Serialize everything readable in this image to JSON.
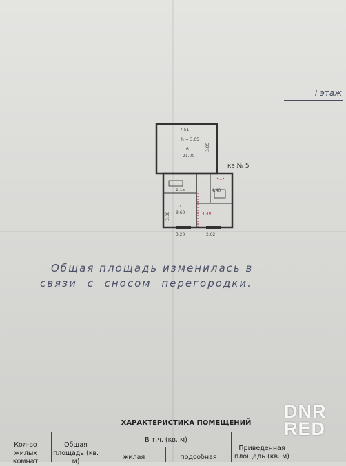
{
  "floor_label": "I этаж",
  "plan": {
    "dim_top": "7.51",
    "room_6_height": "h = 3.05",
    "room_6_number": "6",
    "room_6_area": "21.00",
    "room_6_side": "3.05",
    "apartment_label": "кв № 5",
    "room_4_area": "9.60",
    "room_4_number": "4",
    "room_4_side": "3.00",
    "room_2_area": "4.40",
    "bottom_dim_left": "3.20",
    "bottom_dim_right": "2.62",
    "small_area_1": "4.40",
    "small_area_2": "1.15"
  },
  "note": {
    "line1": "Общая площадь изменилась в",
    "line2": "связи с сносом перегородки."
  },
  "table": {
    "title": "ХАРАКТЕРИСТИКА ПОМЕЩЕНИЙ",
    "col1": "Кол-во жилых комнат",
    "col2": "Общая площадь (кв. м)",
    "col3": "В т.ч. (кв. м)",
    "col3_sub1": "жилая",
    "col3_sub2": "подсобная",
    "col4": "Приведенная площадь (кв. м)"
  },
  "watermark": {
    "line1": "DNR",
    "line2": "RED"
  }
}
